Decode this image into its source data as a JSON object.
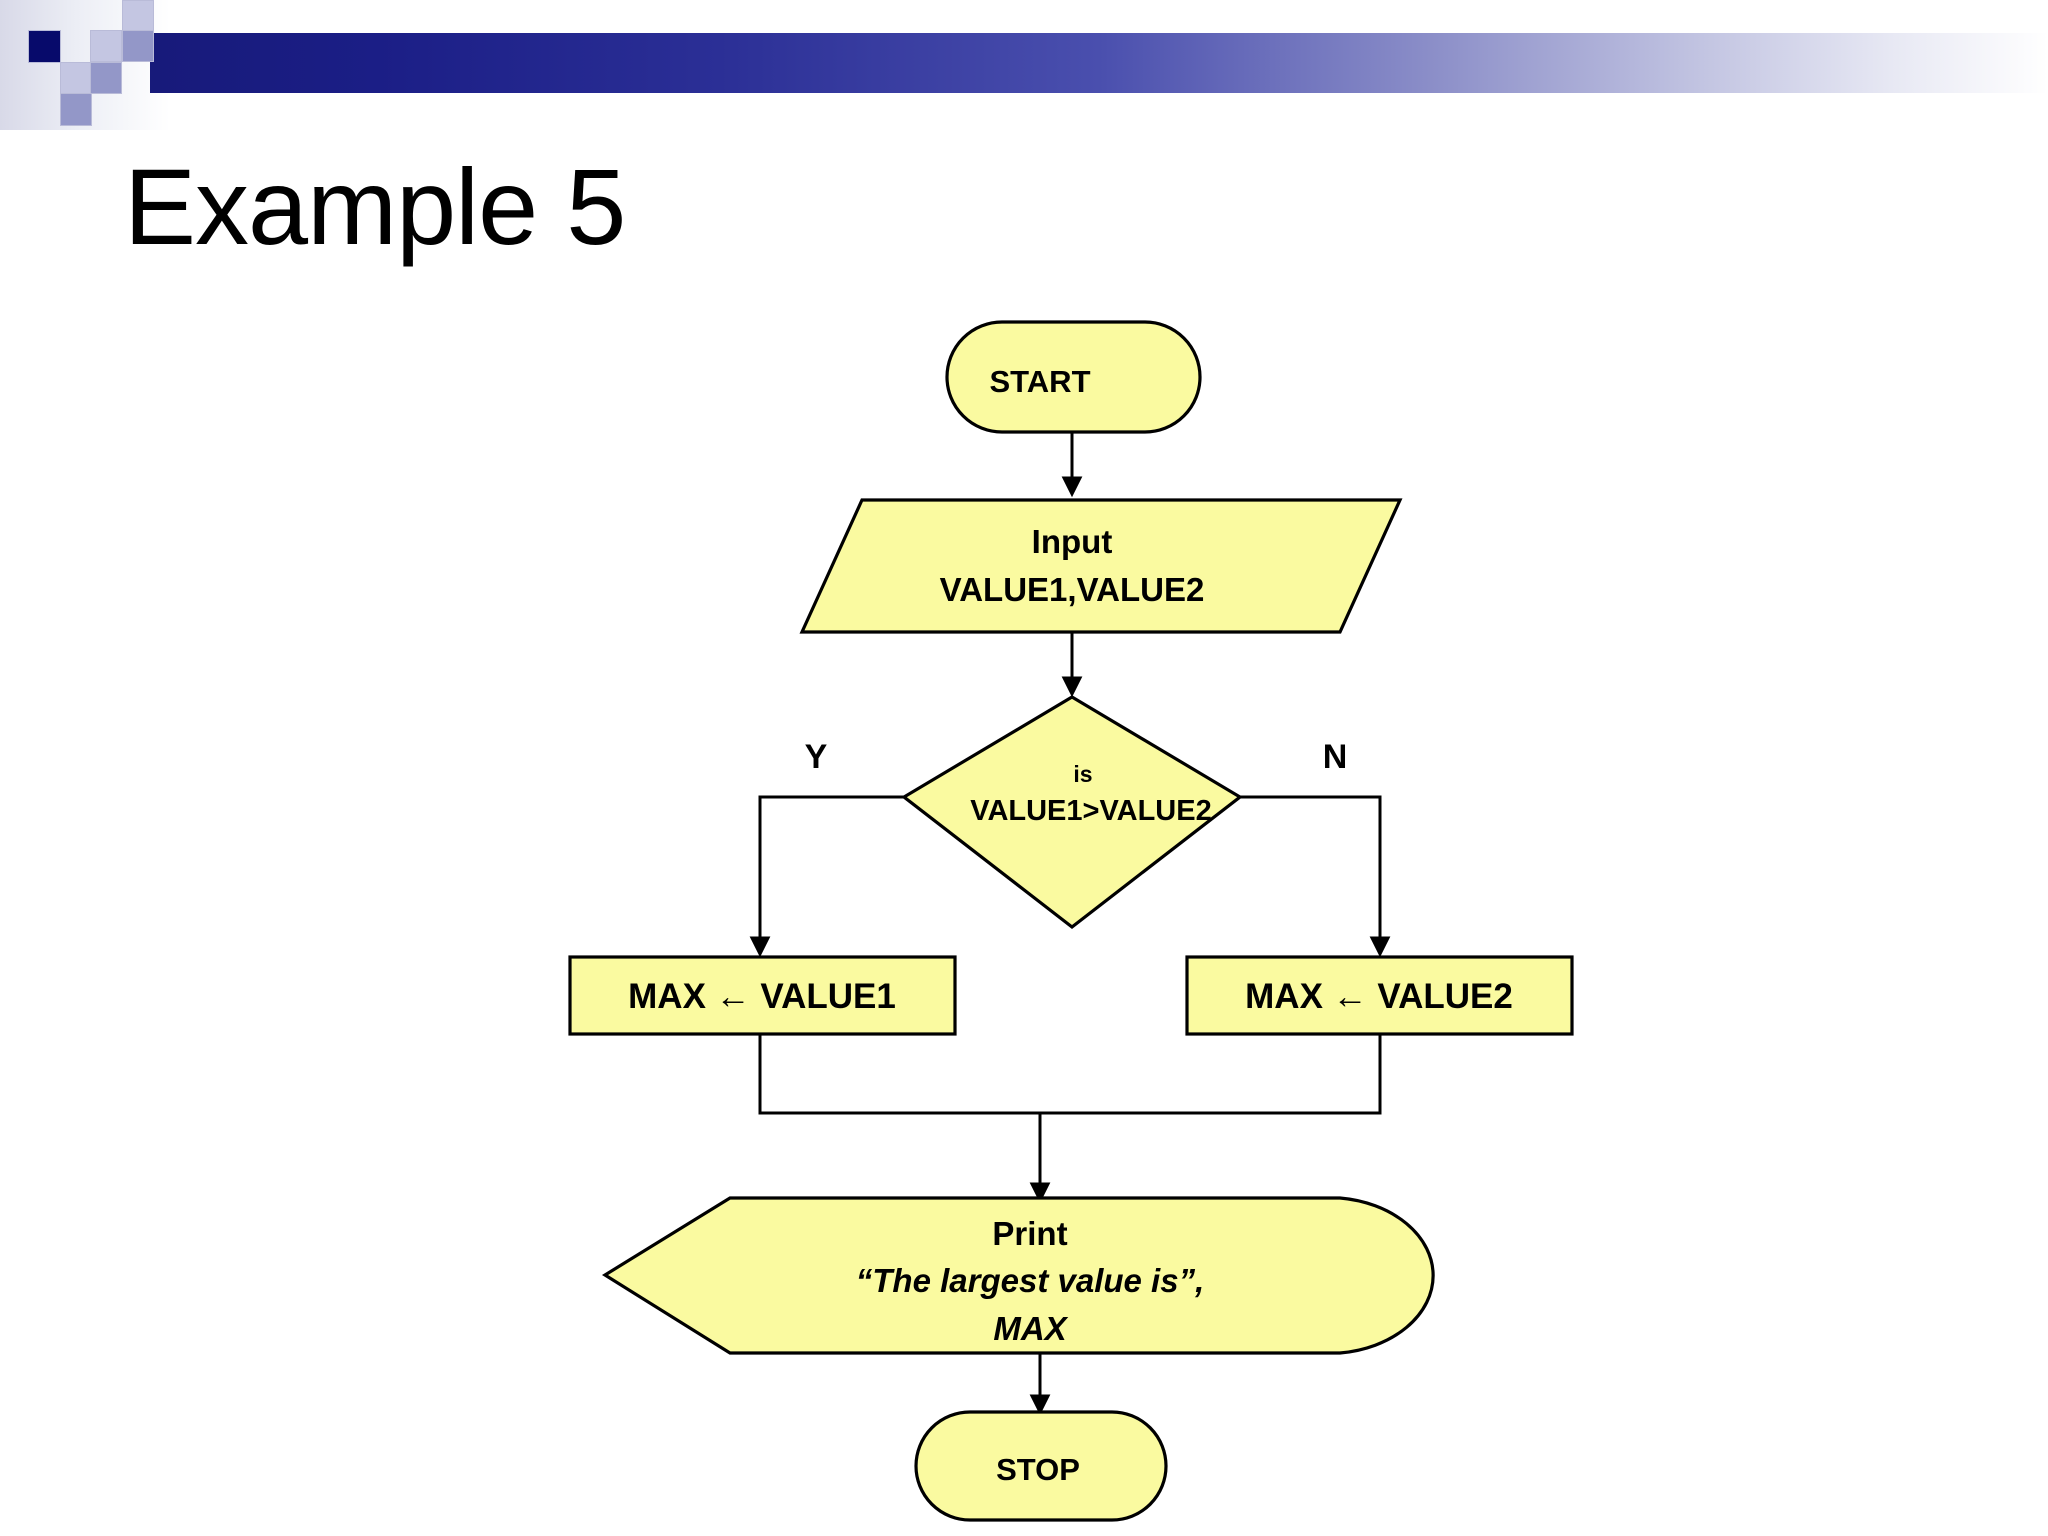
{
  "slide": {
    "title": "Example 5",
    "background_color": "#ffffff"
  },
  "theme": {
    "banner_start_color": "#171a7a",
    "banner_end_color": "#ffffff",
    "shape_fill": "#fafaa0",
    "shape_stroke": "#000000",
    "text_color": "#000000"
  },
  "flowchart": {
    "type": "flowchart",
    "nodes": [
      {
        "id": "start",
        "shape": "terminator",
        "lines": [
          "START"
        ]
      },
      {
        "id": "input",
        "shape": "parallelogram",
        "lines": [
          "Input",
          "VALUE1,VALUE2"
        ]
      },
      {
        "id": "decision",
        "shape": "diamond",
        "lines": [
          "is",
          "VALUE1>VALUE2"
        ]
      },
      {
        "id": "assign1",
        "shape": "process",
        "lines": [
          "MAX ← VALUE1"
        ]
      },
      {
        "id": "assign2",
        "shape": "process",
        "lines": [
          "MAX ← VALUE2"
        ]
      },
      {
        "id": "print",
        "shape": "display",
        "lines": [
          "Print",
          "“The largest value is”,",
          "MAX"
        ]
      },
      {
        "id": "stop",
        "shape": "terminator",
        "lines": [
          "STOP"
        ]
      }
    ],
    "edges": [
      {
        "from": "start",
        "to": "input",
        "label": ""
      },
      {
        "from": "input",
        "to": "decision",
        "label": ""
      },
      {
        "from": "decision",
        "to": "assign1",
        "label": "Y"
      },
      {
        "from": "decision",
        "to": "assign2",
        "label": "N"
      },
      {
        "from": "assign1",
        "to": "print",
        "label": ""
      },
      {
        "from": "assign2",
        "to": "print",
        "label": ""
      },
      {
        "from": "print",
        "to": "stop",
        "label": ""
      }
    ],
    "branch_labels": {
      "yes": "Y",
      "no": "N"
    }
  }
}
